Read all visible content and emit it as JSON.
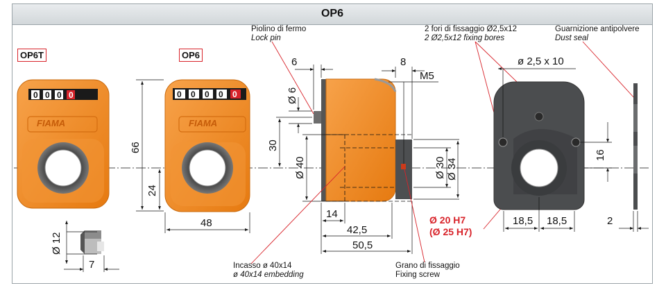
{
  "header": {
    "title": "OP6"
  },
  "tags": {
    "op6t": "OP6T",
    "op6": "OP6"
  },
  "counter": {
    "op6t_digits": [
      "0",
      "0",
      "0",
      "0"
    ],
    "op6_digits": [
      "0",
      "0",
      "0",
      "0",
      "0"
    ]
  },
  "brand": "FIAMA",
  "notes": {
    "lock_pin_it": "Piolino di fermo",
    "lock_pin_en": "Lock pin",
    "fixing_bores_it": "2 fori di fissaggio Ø2,5x12",
    "fixing_bores_en": "2 Ø2,5x12 fixing bores",
    "dust_seal_it": "Guarnizione antipolvere",
    "dust_seal_en": "Dust seal",
    "embedding_it": "Incasso ø 40x14",
    "embedding_en": "ø 40x14 embedding",
    "screw_it": "Grano di fissaggio",
    "screw_en": "Fixing screw"
  },
  "dims": {
    "d12": "Ø 12",
    "d7": "7",
    "d66": "66",
    "d24": "24",
    "d48": "48",
    "d6_top": "6",
    "d6_pin": "Ø 6",
    "d30v": "30",
    "d40": "Ø 40",
    "d14": "14",
    "d42_5": "42,5",
    "d50_5": "50,5",
    "d8": "8",
    "m5": "M5",
    "d30": "Ø 30",
    "d34": "Ø 34",
    "bore_pitch": "ø 2,5 x 10",
    "d16": "16",
    "d18_5_left": "18,5",
    "d18_5_right": "18,5",
    "d2": "2"
  },
  "bore": {
    "h20": "Ø 20 H7",
    "h25": "(Ø 25 H7)"
  },
  "colors": {
    "orange": "#f08a1e",
    "dark": "#4b4d4f",
    "red": "#d8232a"
  }
}
